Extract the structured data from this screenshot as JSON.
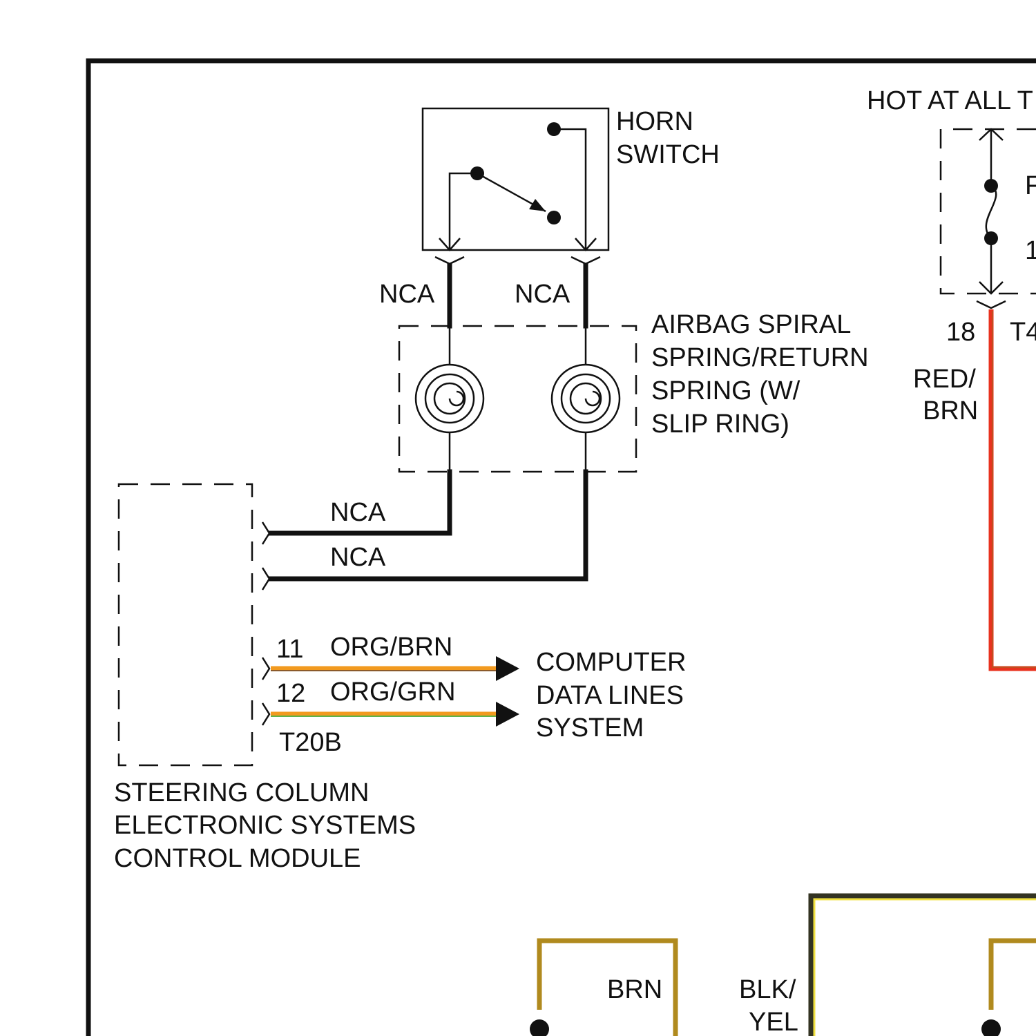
{
  "horn_switch": {
    "label_line1": "HORN",
    "label_line2": "SWITCH"
  },
  "wire_labels": {
    "nca_top_left": "NCA",
    "nca_top_right": "NCA",
    "nca_mid_upper": "NCA",
    "nca_mid_lower": "NCA"
  },
  "airbag_spiral": {
    "line1": "AIRBAG SPIRAL",
    "line2": "SPRING/RETURN",
    "line3": "SPRING (W/",
    "line4": "SLIP RING)"
  },
  "data_lines": {
    "wire1": {
      "pin": "11",
      "color_code": "ORG/BRN"
    },
    "wire2": {
      "pin": "12",
      "color_code": "ORG/GRN"
    },
    "connector": "T20B",
    "dest_line1": "COMPUTER",
    "dest_line2": "DATA LINES",
    "dest_line3": "SYSTEM"
  },
  "module": {
    "line1": "STEERING COLUMN",
    "line2": "ELECTRONIC SYSTEMS",
    "line3": "CONTROL MODULE"
  },
  "fuse_area": {
    "hot_label": "HOT AT ALL T",
    "fuse_label_partial": "F",
    "fuse_number_partial": "1",
    "pin": "18",
    "connector_partial": "T4",
    "wire_color_line1": "RED/",
    "wire_color_line2": "BRN"
  },
  "bottom_wires": {
    "brn": "BRN",
    "blk_yel_line1": "BLK/",
    "blk_yel_line2": "YEL"
  },
  "colors": {
    "org_brn_main": "#f29a1f",
    "org_brn_stripe": "#8b5a2b",
    "org_grn_main": "#f29a1f",
    "org_grn_stripe": "#5fb34a",
    "red_brn_main": "#e8321e",
    "red_brn_stripe": "#c05020",
    "brn_wire": "#b08a1e",
    "blk_yel_outer": "#333322",
    "blk_yel_inner": "#f0e040"
  }
}
